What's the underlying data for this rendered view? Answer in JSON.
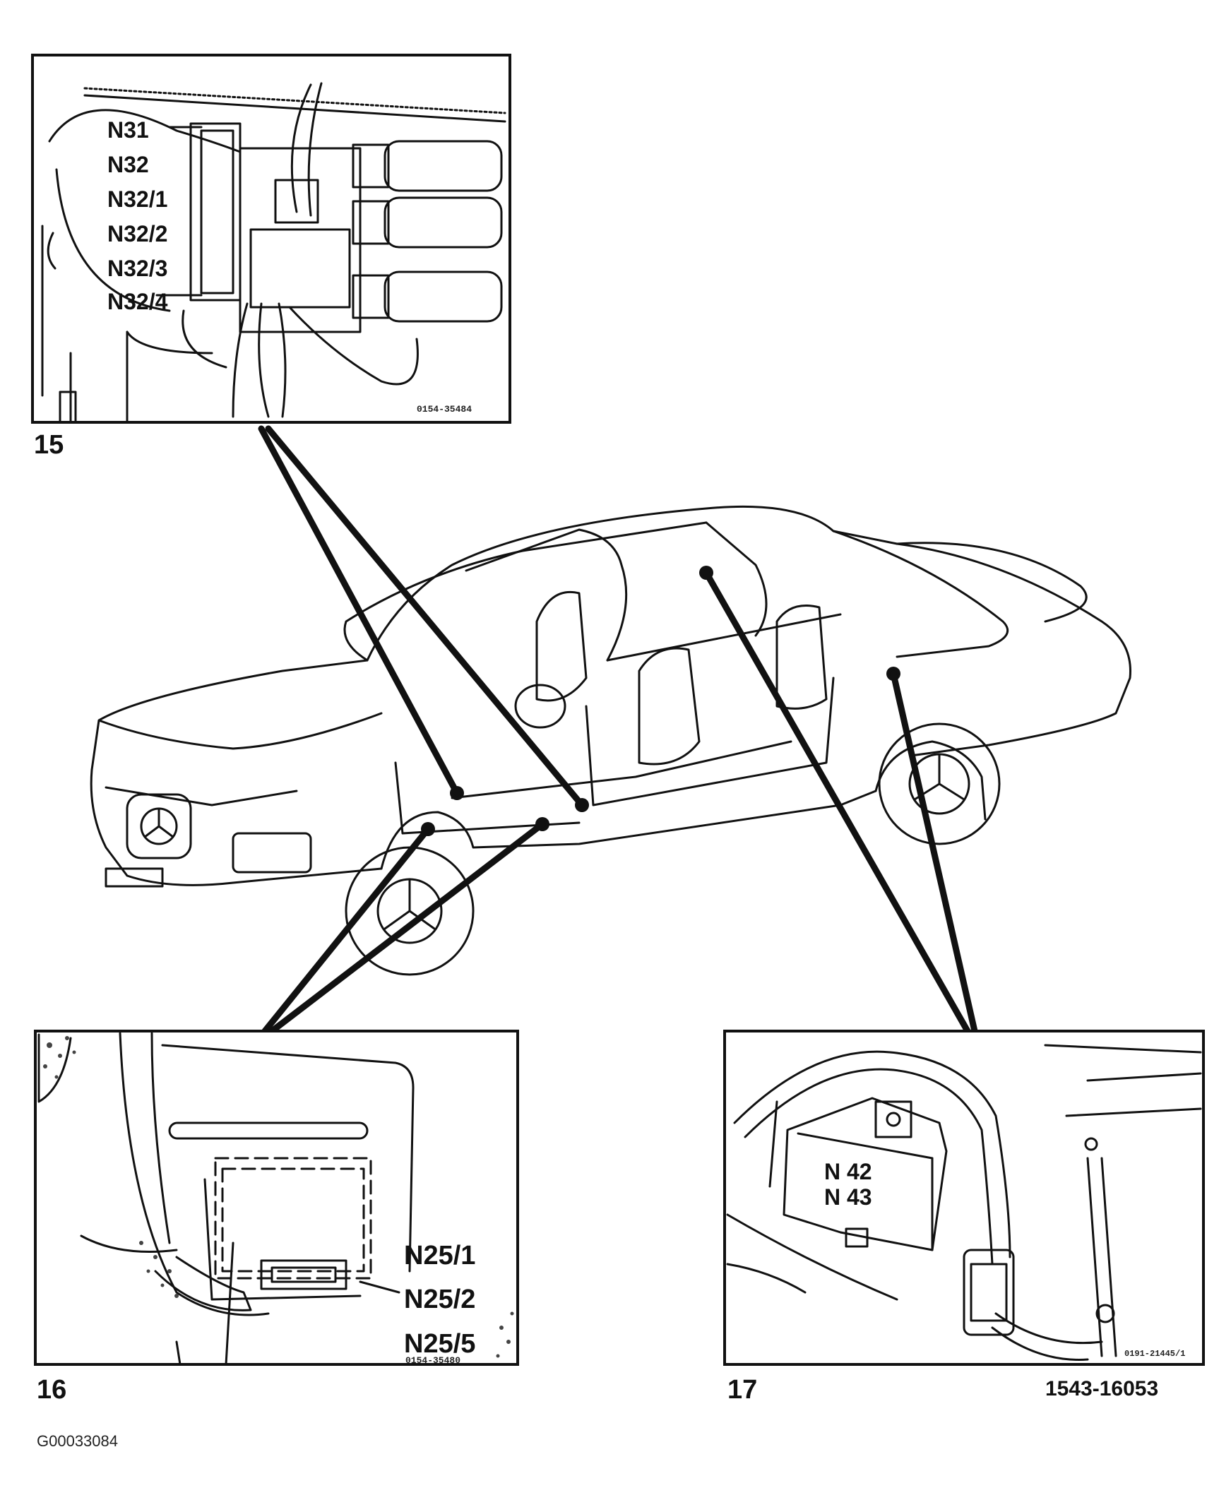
{
  "panels": {
    "p15": {
      "number": "15",
      "labels": [
        "N31",
        "N32",
        "N32/1",
        "N32/2",
        "N32/3",
        "N32/4"
      ],
      "ref": "0154-35484"
    },
    "p16": {
      "number": "16",
      "labels": [
        "N25/1",
        "N25/2",
        "N25/5"
      ],
      "ref": "0154-35480"
    },
    "p17": {
      "number": "17",
      "labels": [
        "N 42",
        "N 43"
      ],
      "ref": "0191-21445/1"
    }
  },
  "figure_ref": "1543-16053",
  "footer_code": "G00033084"
}
